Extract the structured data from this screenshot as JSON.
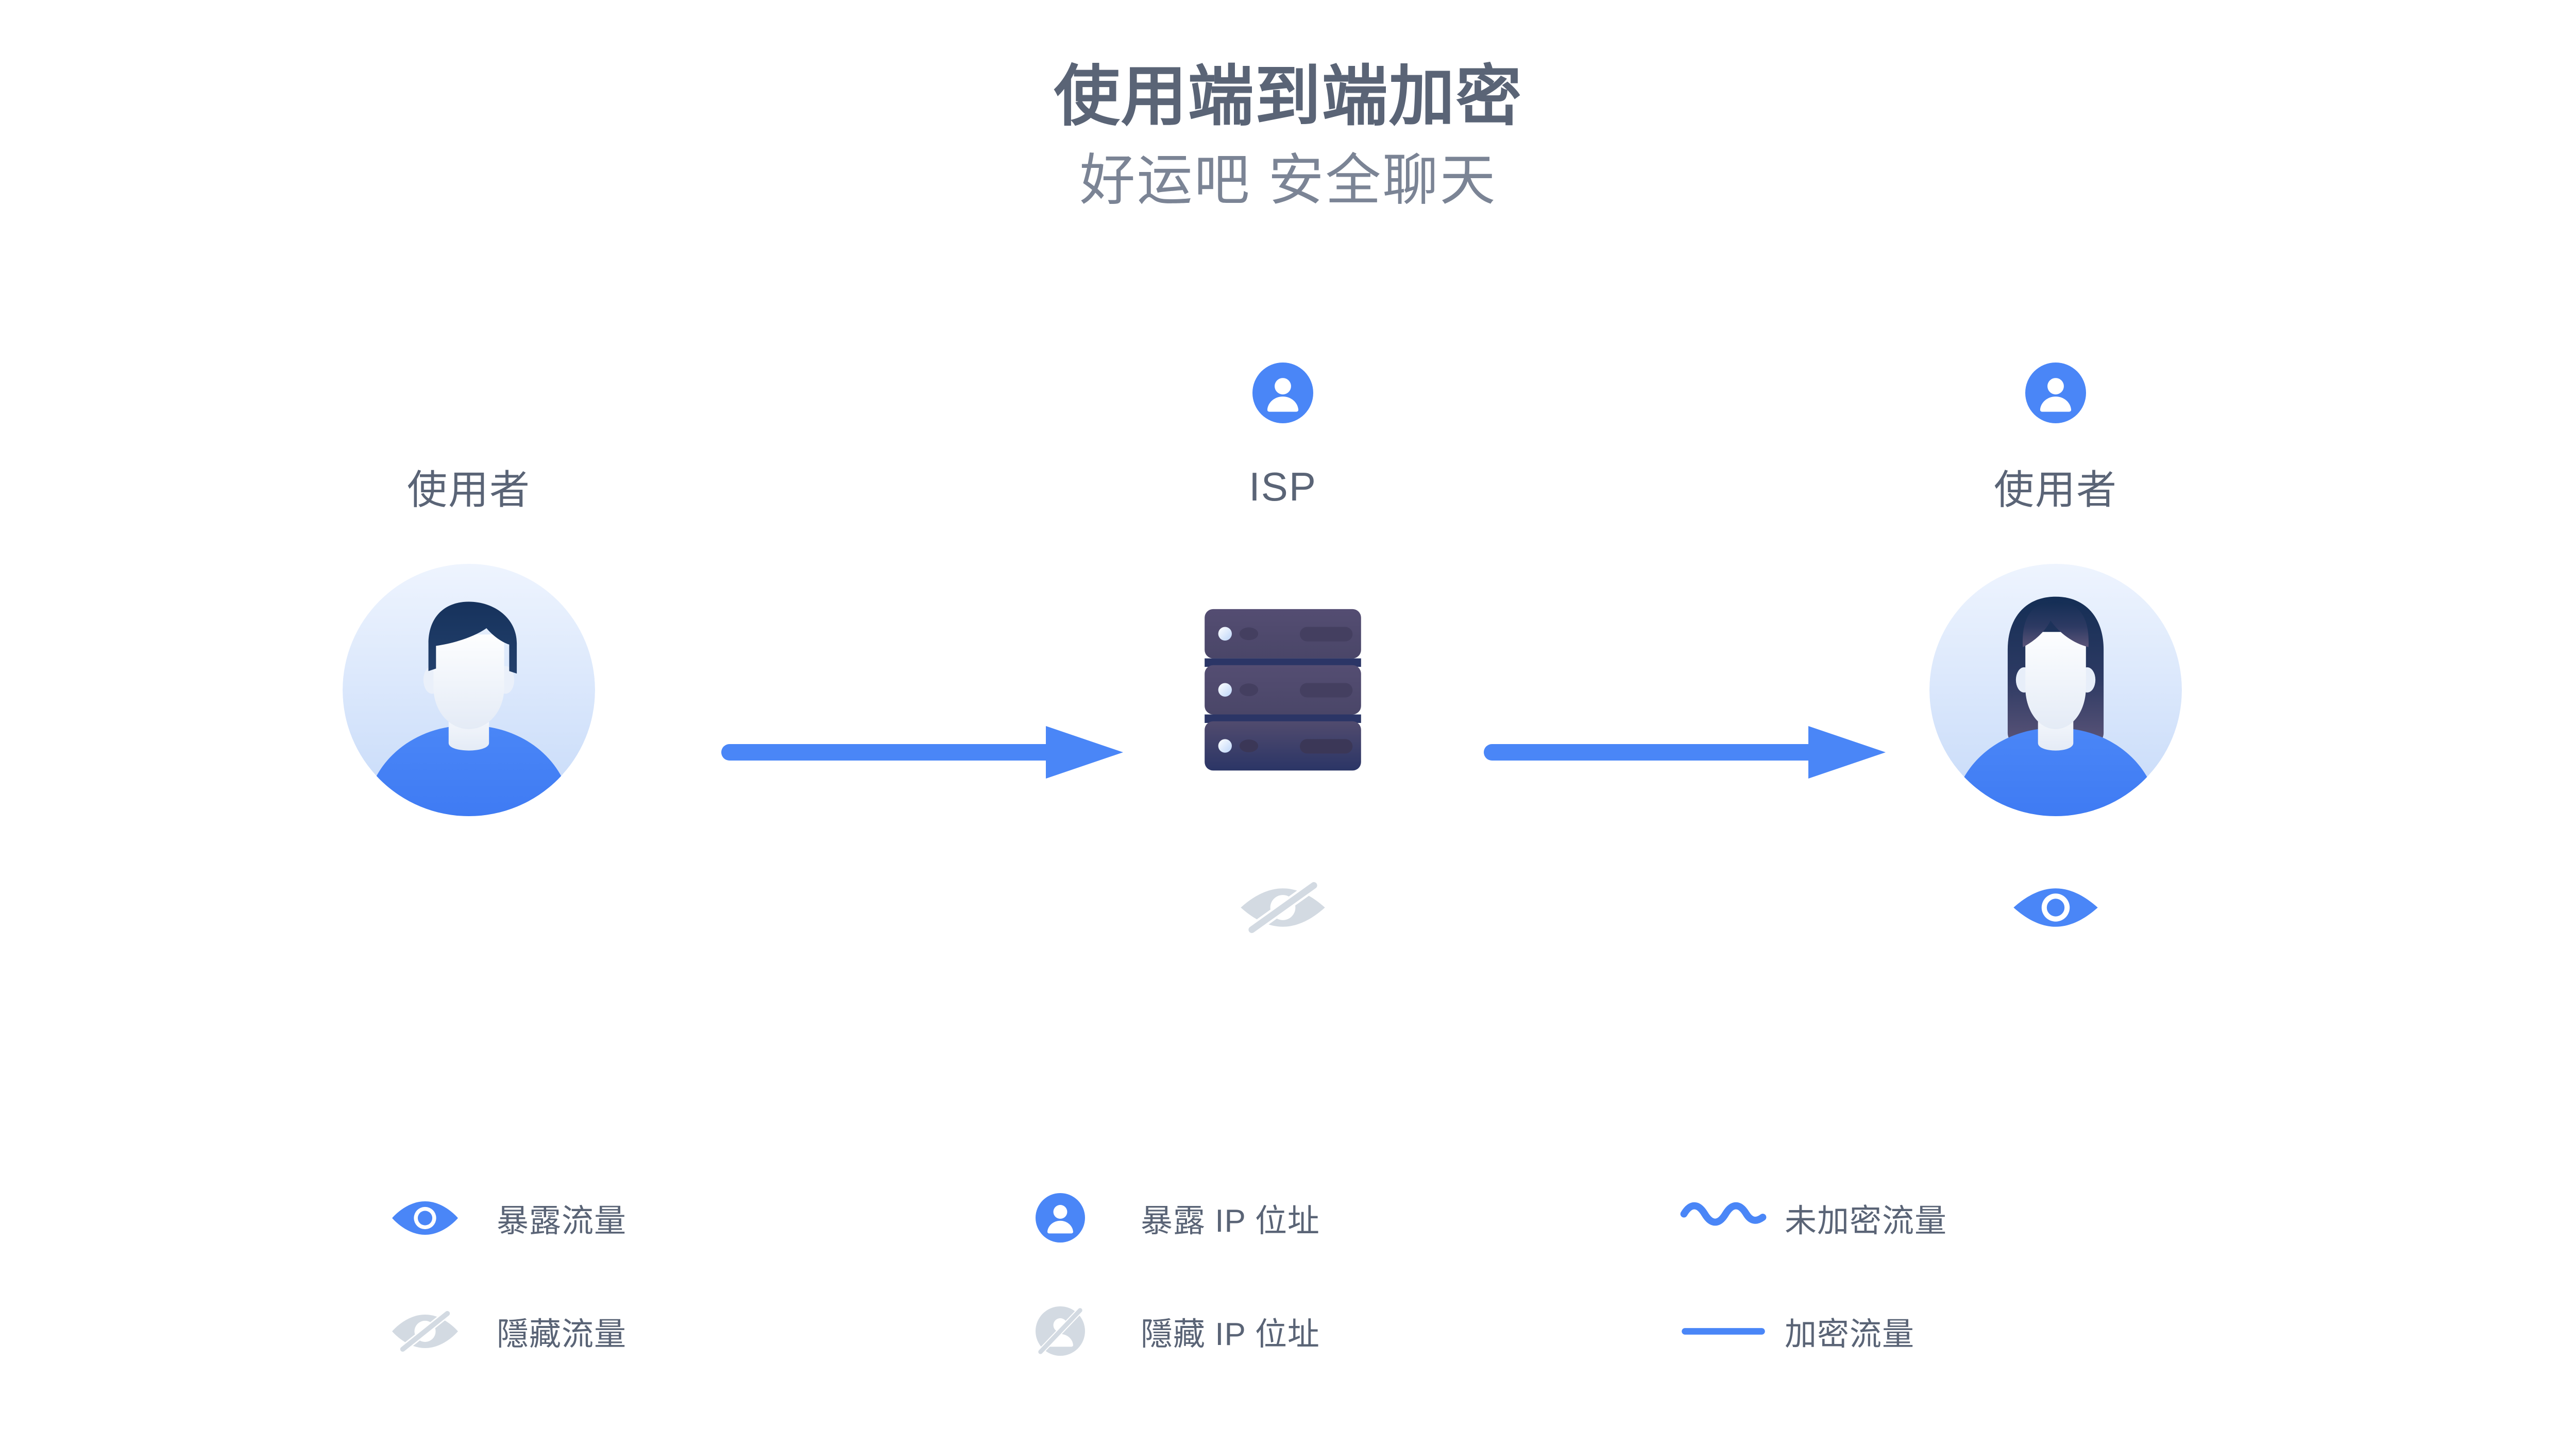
{
  "heading": {
    "title": "使用端到端加密",
    "subtitle": "好运吧 安全聊天"
  },
  "colors": {
    "accent_blue": "#4a86f7",
    "text_slate": "#5a6476",
    "subtitle_slate": "#7b8495",
    "muted_gray": "#d3dae2",
    "server_body": "#514b6e",
    "server_divider": "#2b3566",
    "avatar_bg_top": "#e9f0fd",
    "avatar_bg_bottom": "#c8dbfa",
    "hair_dark": "#1e365f",
    "shirt_blue": "#4a86f7"
  },
  "diagram": {
    "nodes": [
      {
        "id": "sender",
        "label": "使用者",
        "top_icon": null,
        "figure": "male-avatar",
        "status_icon": null
      },
      {
        "id": "isp",
        "label": "ISP",
        "top_icon": "person-icon",
        "figure": "server-rack",
        "status_icon": "eye-off-icon"
      },
      {
        "id": "receiver",
        "label": "使用者",
        "top_icon": "person-icon",
        "figure": "female-avatar",
        "status_icon": "eye-icon"
      }
    ],
    "connections": [
      {
        "id": "sender-to-isp",
        "style": "encrypted-straight-arrow",
        "direction": "right"
      },
      {
        "id": "isp-to-receiver",
        "style": "encrypted-straight-arrow",
        "direction": "right"
      }
    ]
  },
  "legend": {
    "items": [
      {
        "icon": "eye-icon",
        "label": "暴露流量",
        "column": 1,
        "row": 1
      },
      {
        "icon": "person-icon",
        "label": "暴露 IP 位址",
        "column": 2,
        "row": 1
      },
      {
        "icon": "wave-line-icon",
        "label": "未加密流量",
        "column": 3,
        "row": 1
      },
      {
        "icon": "eye-off-icon",
        "label": "隱藏流量",
        "column": 1,
        "row": 2
      },
      {
        "icon": "person-off-icon",
        "label": "隱藏 IP 位址",
        "column": 2,
        "row": 2
      },
      {
        "icon": "straight-line-icon",
        "label": "加密流量",
        "column": 3,
        "row": 2
      }
    ]
  }
}
